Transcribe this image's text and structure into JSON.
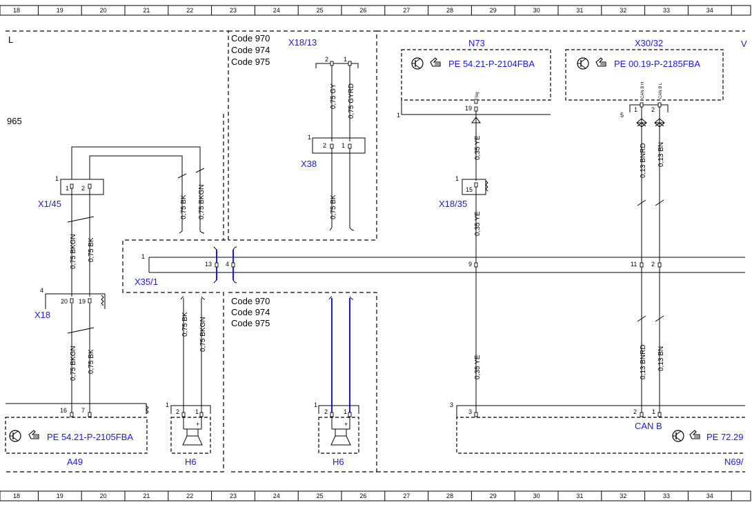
{
  "ruler": [
    "18",
    "19",
    "20",
    "21",
    "22",
    "23",
    "24",
    "25",
    "26",
    "27",
    "28",
    "29",
    "30",
    "31",
    "32",
    "33",
    "34"
  ],
  "codes_top": [
    "Code 970",
    "Code 974",
    "Code 975"
  ],
  "codes_mid": [
    "Code 970",
    "Code 974",
    "Code 975"
  ],
  "frag_L": "L",
  "frag_965": "965",
  "frag_V": "V",
  "components": {
    "x18_13": "X18/13",
    "n73": "N73",
    "x30_32": "X30/32",
    "n73_ref": "PE 54.21-P-2104FBA",
    "x30_ref": "PE 00.19-P-2185FBA",
    "x1_45": "X1/45",
    "x38": "X38",
    "x18_35": "X18/35",
    "x35_1": "X35/1",
    "x18": "X18",
    "a49": "A49",
    "a49_ref": "PE 54.21-P-2105FBA",
    "h6_left": "H6",
    "h6_mid": "H6",
    "can_b": "CAN B",
    "n69_ref": "PE 72.29",
    "n69": "N69/"
  },
  "wires": {
    "w_gy": "0,75 GY",
    "w_gyrd": "0,75 GYRD",
    "w_bk_x38": "0,75 BK",
    "w_bk_a": "0,75 BK",
    "w_bkgn_a": "0,75 BKGN",
    "w_bkgn_b": "0,75 BKGN",
    "w_bk_b": "0,75 BK",
    "w_bkgn_c": "0,75 BKGN",
    "w_bk_c": "0,75 BK",
    "w_bk_h6": "0,75 BK",
    "w_bkgn_h6": "0,75 BKGN",
    "w_ye_1": "0,35 YE",
    "w_ye_2": "0,35 YE",
    "w_ye_3": "0,35 YE",
    "w_bnrd_1": "0,13 BNRD",
    "w_bn_1": "0,13 BN",
    "w_bnrd_2": "0,13 BNRD",
    "w_bn_2": "0,13 BN"
  },
  "pins": {
    "x18_13_p2": "2",
    "x18_13_p1": "1",
    "x38_idx": "1",
    "x38_p2": "2",
    "x38_p1": "1",
    "n73_idx": "1",
    "n73_p19": "19",
    "n73_sig": "Sig",
    "x30_idx": "5",
    "x30_p1": "1",
    "x30_p2": "2",
    "can_bh": "CAN B H",
    "can_bl": "CAN B L",
    "x1_45_idx": "1",
    "x1_45_p1": "1",
    "x1_45_p2": "2",
    "x18_35_idx": "1",
    "x18_35_p15": "15",
    "x35_idx": "1",
    "x35_p13": "13",
    "x35_p4": "4",
    "x35_p9": "9",
    "x35_p11": "11",
    "x35_p2": "2",
    "x18_idx": "4",
    "x18_p20": "20",
    "x18_p19": "19",
    "a49_p16": "16",
    "a49_p7": "7",
    "h6l_idx": "1",
    "h6l_p2": "2",
    "h6l_p1": "1",
    "h6l_plus": "+",
    "h6m_idx": "1",
    "h6m_p2": "2",
    "h6m_p1": "1",
    "h6m_plus": "+",
    "n69_idx": "3",
    "n69_p3": "3",
    "n69_p2": "2",
    "n69_p1": "1"
  },
  "colors": {
    "line": "#000000",
    "blue": "#1a1adc",
    "wire_blue": "#1a1adc"
  }
}
